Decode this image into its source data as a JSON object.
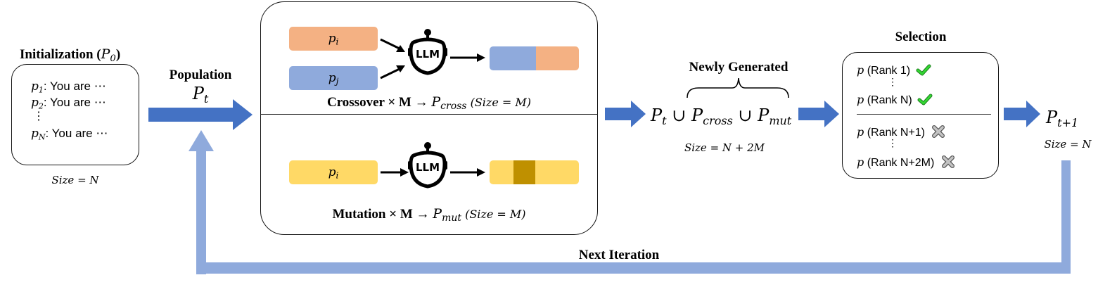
{
  "colors": {
    "arrow_dark": "#4472c4",
    "arrow_light": "#8faadc",
    "bar_orange": "#f4b183",
    "bar_blue": "#8faadc",
    "bar_yellow": "#ffd966",
    "bar_yellow_dark": "#bf9000",
    "check_green": "#2ecc2e",
    "cross_gray": "#b0b0b0"
  },
  "init": {
    "title": "Initialization (",
    "title_sym": "P",
    "title_sub": "0",
    "title_close": ")",
    "items": [
      {
        "sym": "p",
        "sub": "1",
        "text": ": You are ⋯"
      },
      {
        "sym": "p",
        "sub": "2",
        "text": ": You are ⋯"
      },
      {
        "sym": "",
        "sub": "",
        "text": "⋮"
      },
      {
        "sym": "p",
        "sub": "N",
        "text": ": You are ⋯"
      }
    ],
    "size_label": "Size = N"
  },
  "population": {
    "label": "Population",
    "sym": "P",
    "sub": "t"
  },
  "crossover": {
    "parent1": {
      "sym": "p",
      "sub": "i"
    },
    "parent2": {
      "sym": "p",
      "sub": "j"
    },
    "llm_label": "LLM",
    "caption_bold": "Crossover × M → ",
    "caption_sym": "P",
    "caption_sub": "cross",
    "caption_size": " (Size = M)"
  },
  "mutation": {
    "parent": {
      "sym": "p",
      "sub": "i"
    },
    "llm_label": "LLM",
    "caption_bold": "Mutation × M → ",
    "caption_sym": "P",
    "caption_sub": "mut",
    "caption_size": " (Size = M)"
  },
  "union": {
    "brace_label": "Newly Generated",
    "term1_sym": "P",
    "term1_sub": "t",
    "op": " ∪ ",
    "term2_sym": "P",
    "term2_sub": "cross",
    "term3_sym": "P",
    "term3_sub": "mut",
    "size_label": "Size = N + 2M"
  },
  "selection": {
    "title": "Selection",
    "kept": [
      {
        "sym": "p",
        "text": " (Rank 1)",
        "mark": "check-icon"
      },
      {
        "sym": "",
        "text": "⋮",
        "mark": ""
      },
      {
        "sym": "p",
        "text": " (Rank N)",
        "mark": "check-icon"
      }
    ],
    "dropped": [
      {
        "sym": "p",
        "text": " (Rank N+1)",
        "mark": "cross-icon"
      },
      {
        "sym": "",
        "text": "⋮",
        "mark": ""
      },
      {
        "sym": "p",
        "text": " (Rank N+2M)",
        "mark": "cross-icon"
      }
    ]
  },
  "next_population": {
    "sym": "P",
    "sub": "t+1",
    "size_label": "Size = N"
  },
  "feedback": {
    "label": "Next Iteration"
  }
}
